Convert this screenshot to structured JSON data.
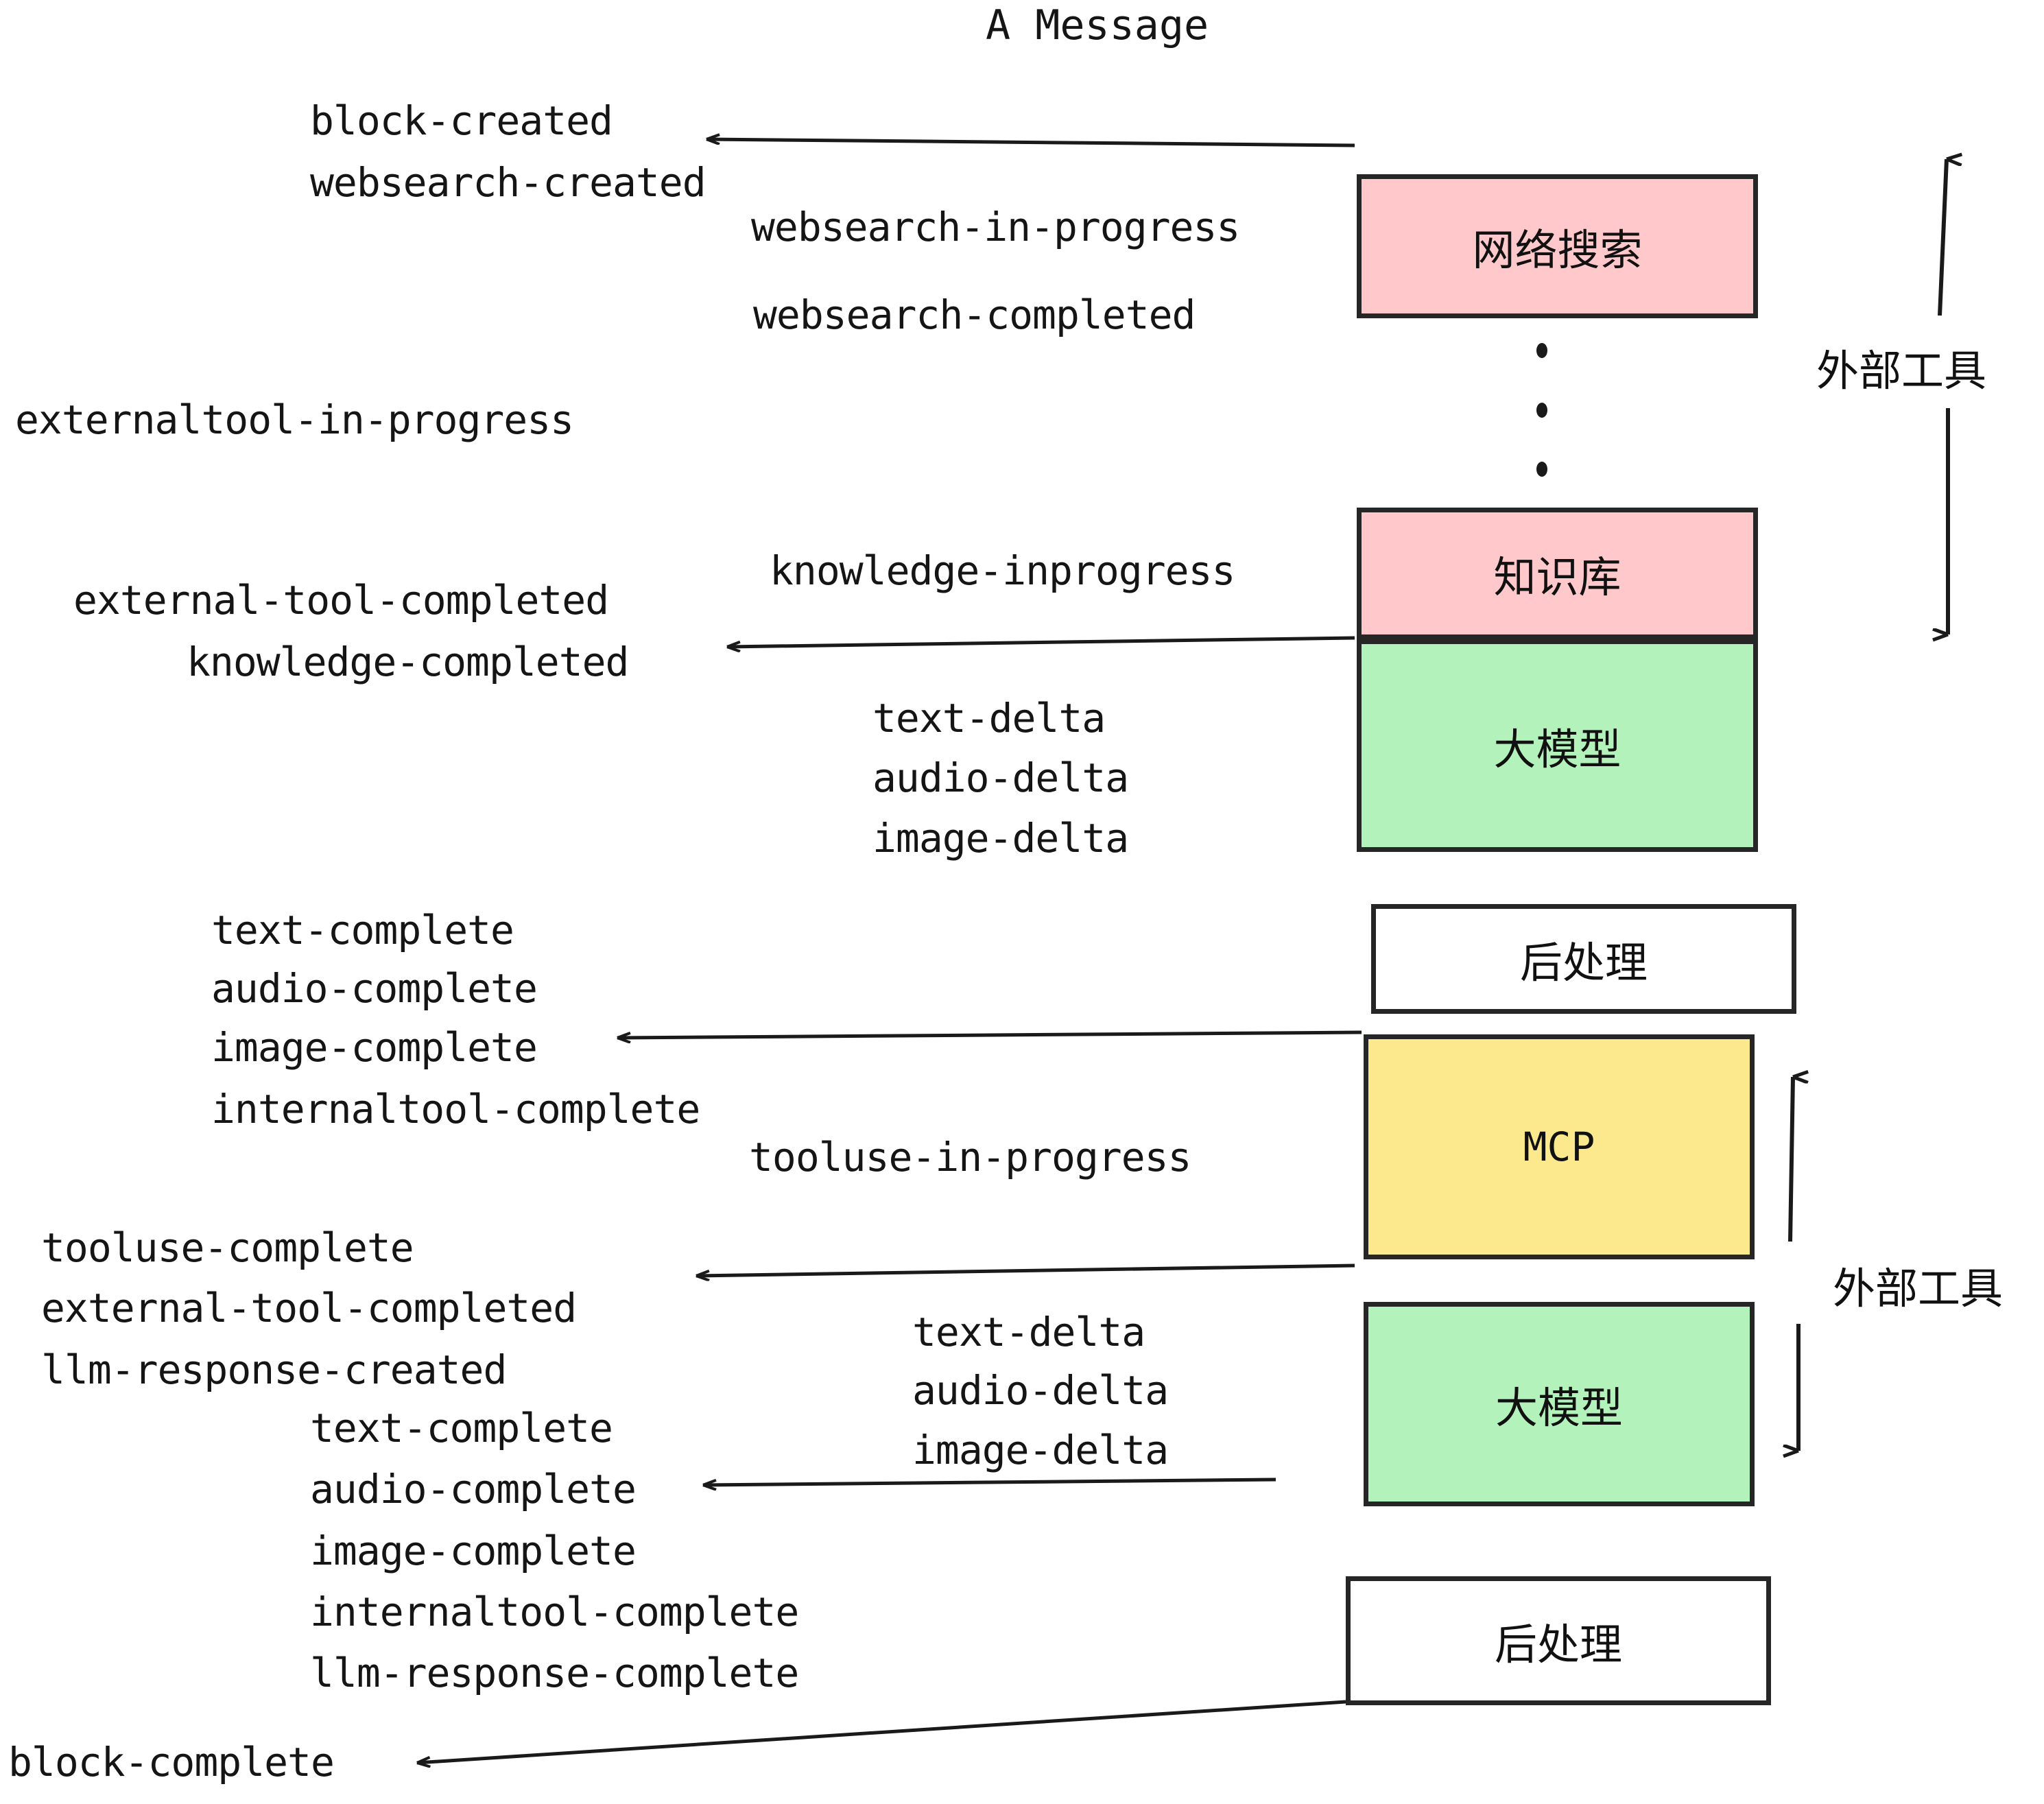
{
  "diagram": {
    "title": "A Message",
    "background": "#ffffff",
    "stroke": "#262626",
    "colors": {
      "pink": "#FFC9CB",
      "green": "#B4F2BC",
      "yellow": "#FCE98D",
      "white": "#FFFFFF",
      "ink": "#1a1a1a"
    }
  },
  "boxes": [
    {
      "id": "websearch",
      "label": "网络搜索",
      "fill": "#FFC9CB"
    },
    {
      "id": "knowledge",
      "label": "知识库",
      "fill": "#FFC9CB"
    },
    {
      "id": "llm1",
      "label": "大模型",
      "fill": "#B4F2BC"
    },
    {
      "id": "post1",
      "label": "后处理",
      "fill": "#FFFFFF"
    },
    {
      "id": "mcp",
      "label": "MCP",
      "fill": "#FCE98D"
    },
    {
      "id": "llm2",
      "label": "大模型",
      "fill": "#B4F2BC"
    },
    {
      "id": "post2",
      "label": "后处理",
      "fill": "#FFFFFF"
    }
  ],
  "side_annotations": [
    {
      "id": "external-tool-top",
      "label": "外部工具"
    },
    {
      "id": "external-tool-bottom",
      "label": "外部工具"
    }
  ],
  "events": {
    "block_created": "block-created",
    "websearch_created": "websearch-created",
    "websearch_in_progress": "websearch-in-progress",
    "websearch_completed": "websearch-completed",
    "externaltool_in_progress": "externaltool-in-progress",
    "knowledge_inprogress": "knowledge-inprogress",
    "external_tool_completed": "external-tool-completed",
    "knowledge_completed": "knowledge-completed",
    "text_delta_1": "text-delta",
    "audio_delta_1": "audio-delta",
    "image_delta_1": "image-delta",
    "text_complete_1": "text-complete",
    "audio_complete_1": "audio-complete",
    "image_complete_1": "image-complete",
    "internaltool_complete_1": "internaltool-complete",
    "tooluse_in_progress": "tooluse-in-progress",
    "tooluse_complete": "tooluse-complete",
    "external_tool_completed_2": "external-tool-completed",
    "llm_response_created": "llm-response-created",
    "text_delta_2": "text-delta",
    "audio_delta_2": "audio-delta",
    "image_delta_2": "image-delta",
    "text_complete_2": "text-complete",
    "audio_complete_2": "audio-complete",
    "image_complete_2": "image-complete",
    "internaltool_complete_2": "internaltool-complete",
    "llm_response_complete": "llm-response-complete",
    "block_complete": "block-complete"
  }
}
